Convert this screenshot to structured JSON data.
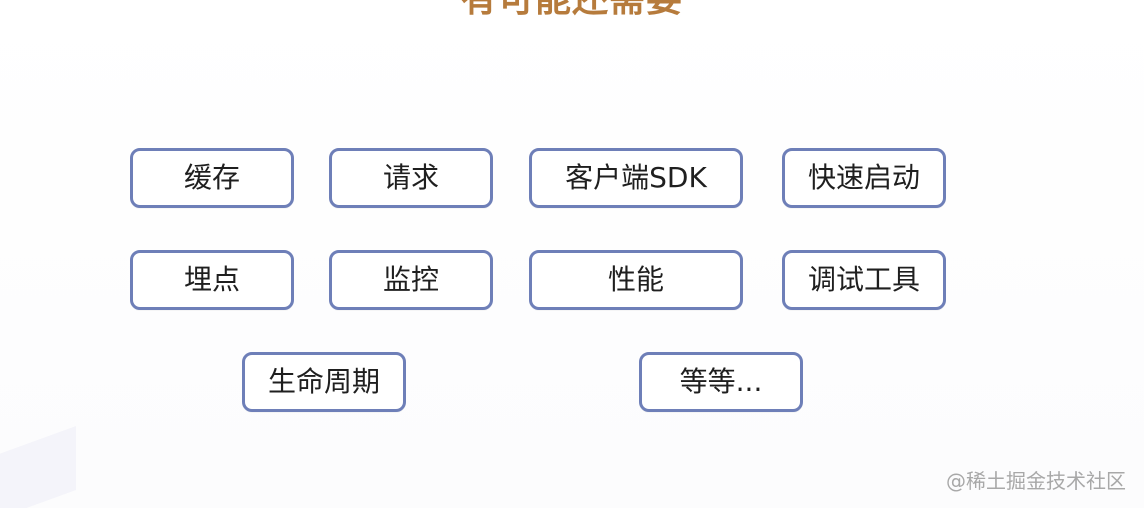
{
  "title": "有可能还需要",
  "tags": [
    "缓存",
    "请求",
    "客户端SDK",
    "快速启动",
    "埋点",
    "监控",
    "性能",
    "调试工具",
    "生命周期",
    "等等..."
  ],
  "watermark": "@稀土掘金技术社区",
  "colors": {
    "title": "#b67b3c",
    "tag_border": "#6e7fb8",
    "tag_text": "#1f1f1f",
    "watermark": "#a8a8a8",
    "background": "#ffffff"
  }
}
